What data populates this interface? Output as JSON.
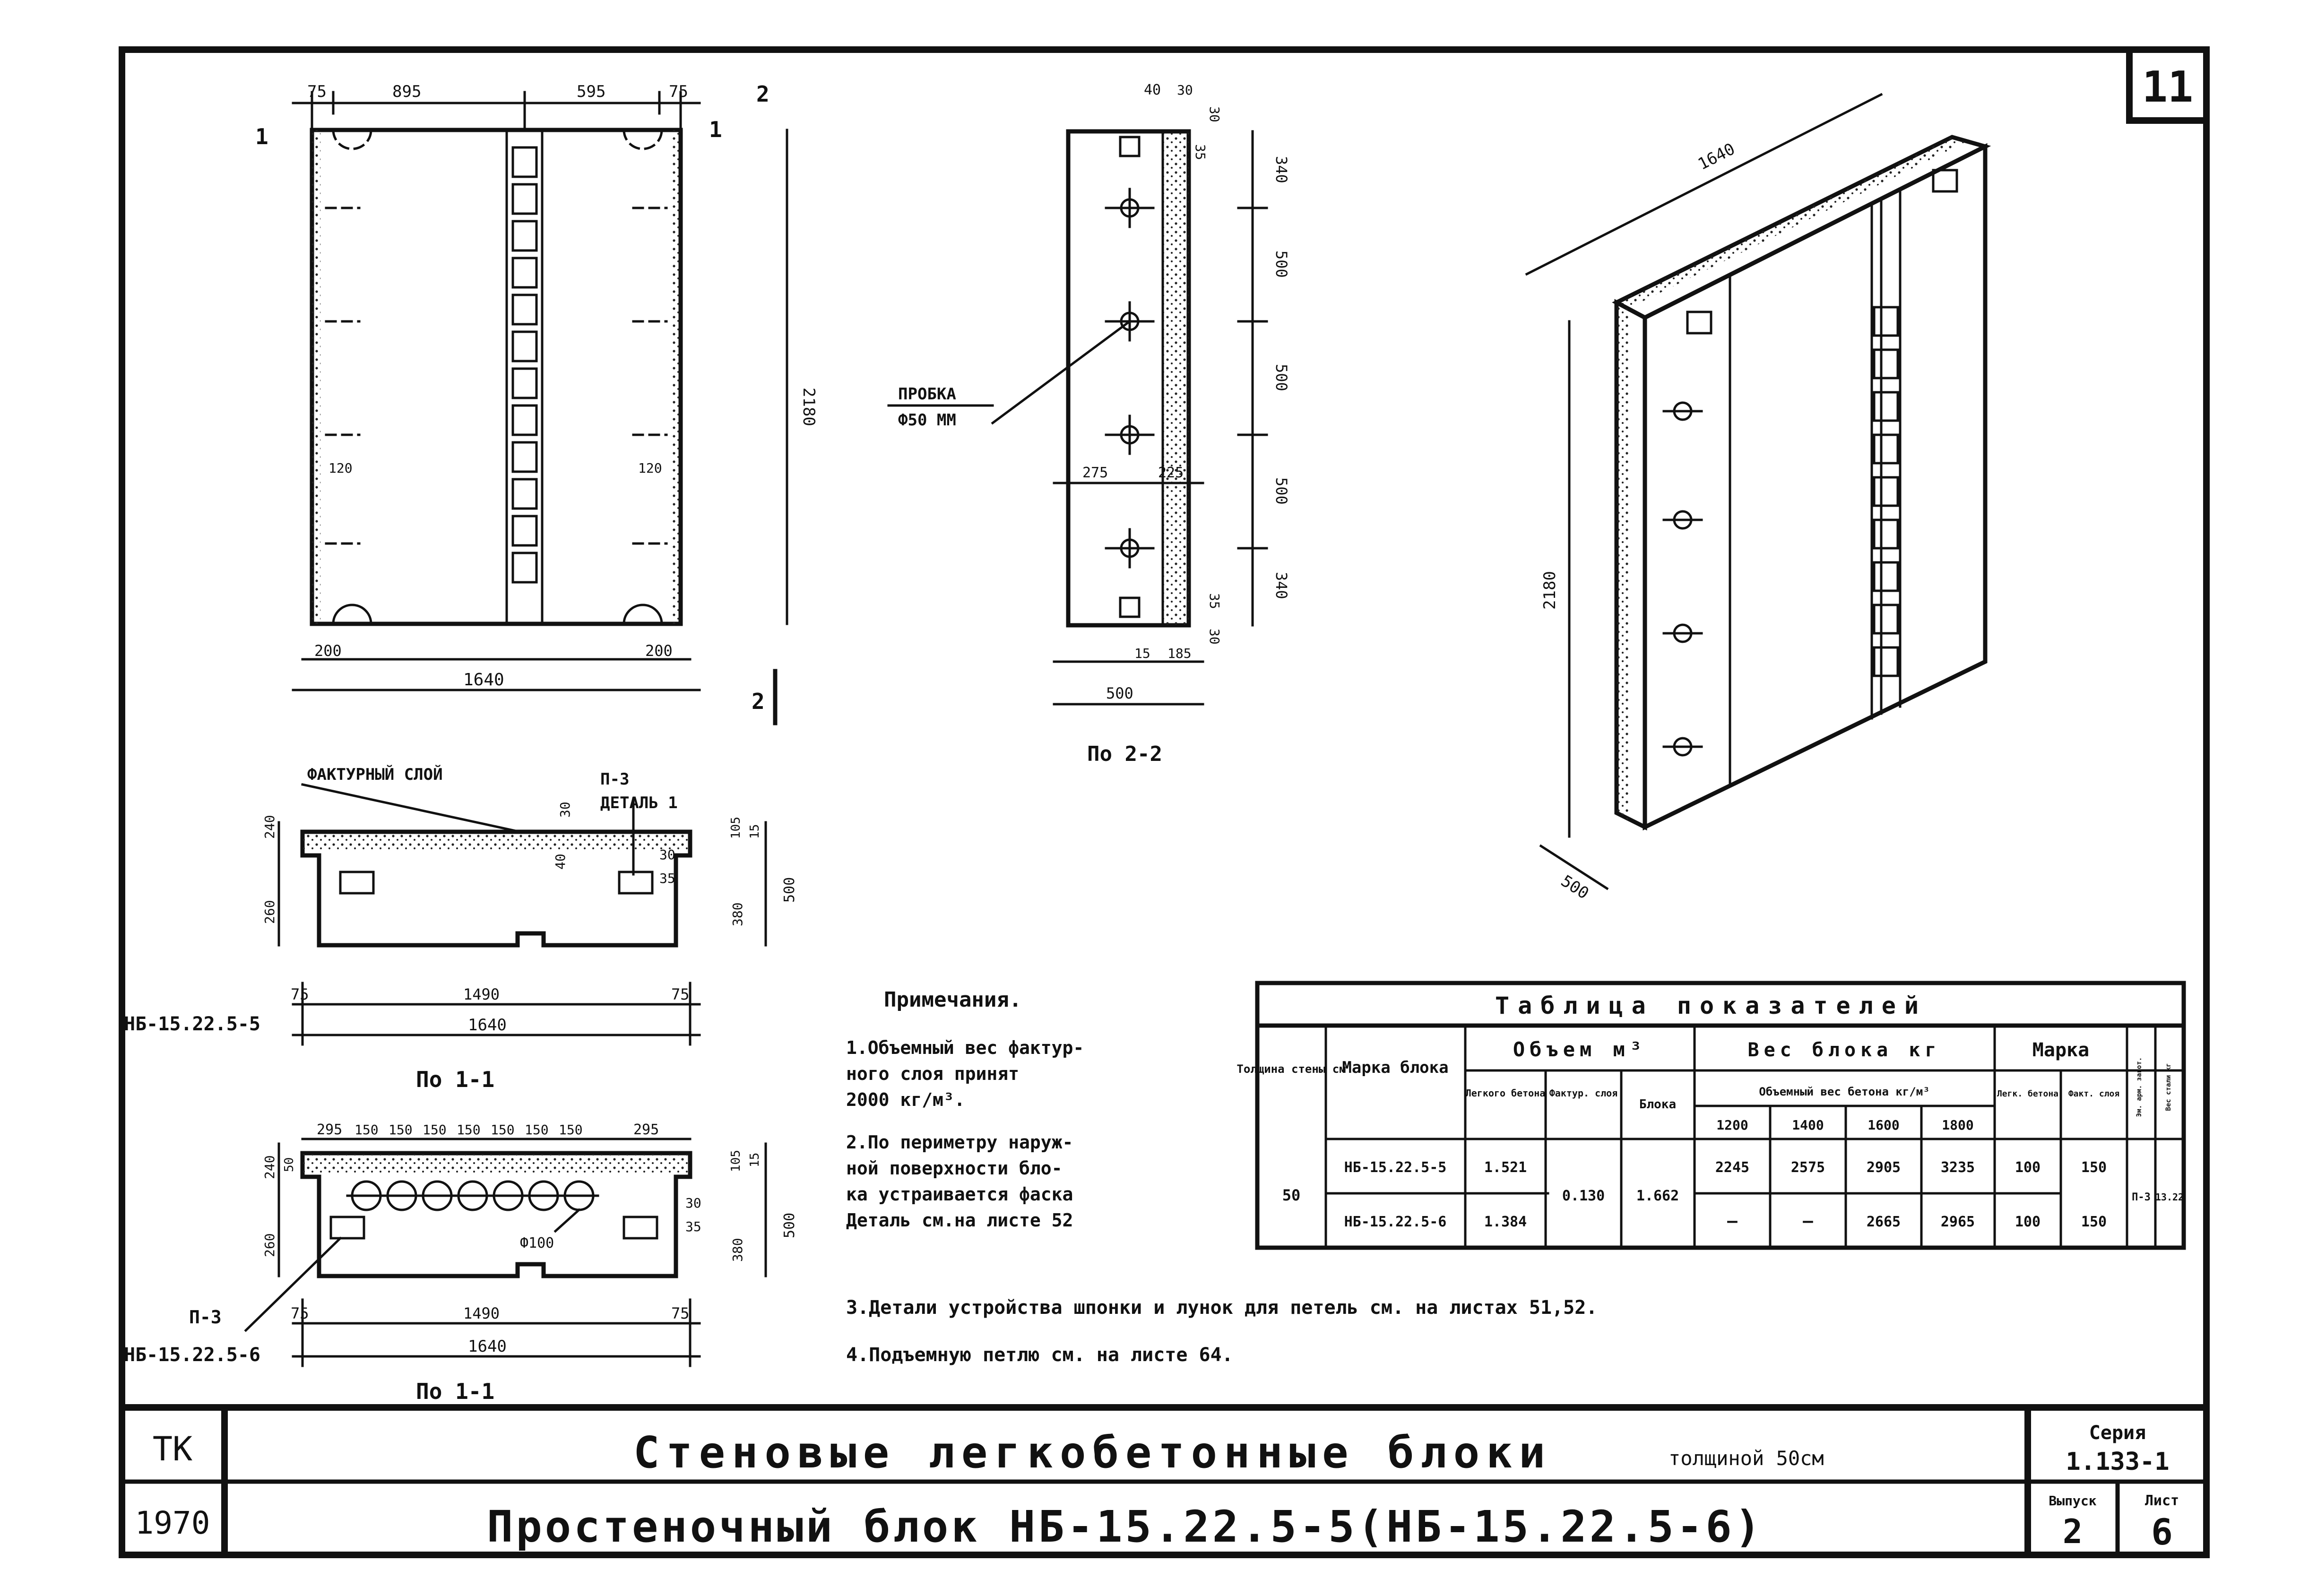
{
  "sheet_number": "11",
  "front_view": {
    "dims_top": [
      "75",
      "895",
      "595",
      "75"
    ],
    "dim_height": "2180",
    "dims_bottom": [
      "200",
      "200"
    ],
    "dim_width": "1640",
    "inner_dims": [
      "120",
      "120"
    ],
    "section_marks": [
      "1",
      "1",
      "2",
      "2"
    ]
  },
  "side_view": {
    "dims_top": [
      "40",
      "30",
      "30",
      "35"
    ],
    "dims_right": [
      "340",
      "500",
      "500",
      "500",
      "340",
      "35",
      "30"
    ],
    "dims_mid": [
      "275",
      "225"
    ],
    "dims_bottom": [
      "15",
      "185",
      "500"
    ],
    "plug_label_line1": "ПРОБКА",
    "plug_label_line2": "Ф50 ММ",
    "caption": "По 2-2"
  },
  "iso_view": {
    "dim_length": "1640",
    "dim_height": "2180",
    "dim_depth": "500"
  },
  "section_a": {
    "label_textured_layer": "ФАКТУРНЫЙ СЛОЙ",
    "label_p3": "П-3",
    "label_detail": "ДЕТАЛЬ 1",
    "dims_left": [
      "240",
      "260"
    ],
    "dims_mid": [
      "40",
      "30",
      "30",
      "35"
    ],
    "dims_right": [
      "105",
      "15",
      "380",
      "500"
    ],
    "dims_bottom_top": [
      "75",
      "1490",
      "75"
    ],
    "dim_total": "1640",
    "mark": "НБ-15.22.5-5",
    "caption": "По 1-1"
  },
  "section_b": {
    "dims_top": [
      "295",
      "150",
      "150",
      "150",
      "150",
      "150",
      "150",
      "150",
      "295"
    ],
    "dims_left": [
      "50",
      "240",
      "260"
    ],
    "hole_label": "Ф100",
    "dims_right": [
      "105",
      "15",
      "30",
      "35",
      "380",
      "500"
    ],
    "dims_bottom_top": [
      "75",
      "1490",
      "75"
    ],
    "dim_total": "1640",
    "label_p3": "П-3",
    "mark": "НБ-15.22.5-6",
    "caption": "По 1-1"
  },
  "notes": {
    "heading": "Примечания.",
    "n1a": "1.Объемный вес фактур-",
    "n1b": "ного слоя принят",
    "n1c": "2000 кг/м³.",
    "n2a": "2.По периметру наруж-",
    "n2b": "ной поверхности бло-",
    "n2c": "ка устраивается фаска",
    "n2d": "Деталь см.на листе 52",
    "n3": "3.Детали устройства шпонки и лунок для петель см. на листах 51,52.",
    "n4": "4.Подъемную петлю см. на листе 64."
  },
  "table": {
    "title": "Таблица показателей",
    "h_thickness": "Толщина стены см",
    "h_mark": "Марка блока",
    "h_volume": "Объем м³",
    "h_light_concrete": "Легкого бетона",
    "h_textured_layer": "Фактур. слоя",
    "h_block": "Блока",
    "h_weight": "Вес блока кг",
    "h_density": "Объемный вес бетона кг/м³",
    "densities": [
      "1200",
      "1400",
      "1600",
      "1800"
    ],
    "h_mark2": "Марка",
    "h_light_conc2": "Легк. бетона",
    "h_text2": "Факт. слоя",
    "h_embed": "Эм. арм. загот.",
    "h_steel": "Вес стали кг",
    "thickness": "50",
    "rows": [
      {
        "mark": "НБ-15.22.5-5",
        "vol_light": "1.521",
        "w1200": "2245",
        "w1400": "2575",
        "w1600": "2905",
        "w1800": "3235",
        "m_light": "100",
        "m_text": "150"
      },
      {
        "mark": "НБ-15.22.5-6",
        "vol_light": "1.384",
        "w1200": "—",
        "w1400": "—",
        "w1600": "2665",
        "w1800": "2965",
        "m_light": "100",
        "m_text": "150"
      }
    ],
    "vol_text": "0.130",
    "vol_block": "1.662",
    "embed": "П-3",
    "steel": "13.22"
  },
  "title_block": {
    "org": "ТК",
    "year": "1970",
    "title_main": "Стеновые легкобетонные блоки",
    "title_sub": "толщиной 50см",
    "title_second": "Простеночный блок НБ-15.22.5-5(НБ-15.22.5-6)",
    "series_label": "Серия",
    "series_value": "1.133-1",
    "issue_label": "Выпуск",
    "issue_value": "2",
    "sheet_label": "Лист",
    "sheet_value": "6"
  }
}
